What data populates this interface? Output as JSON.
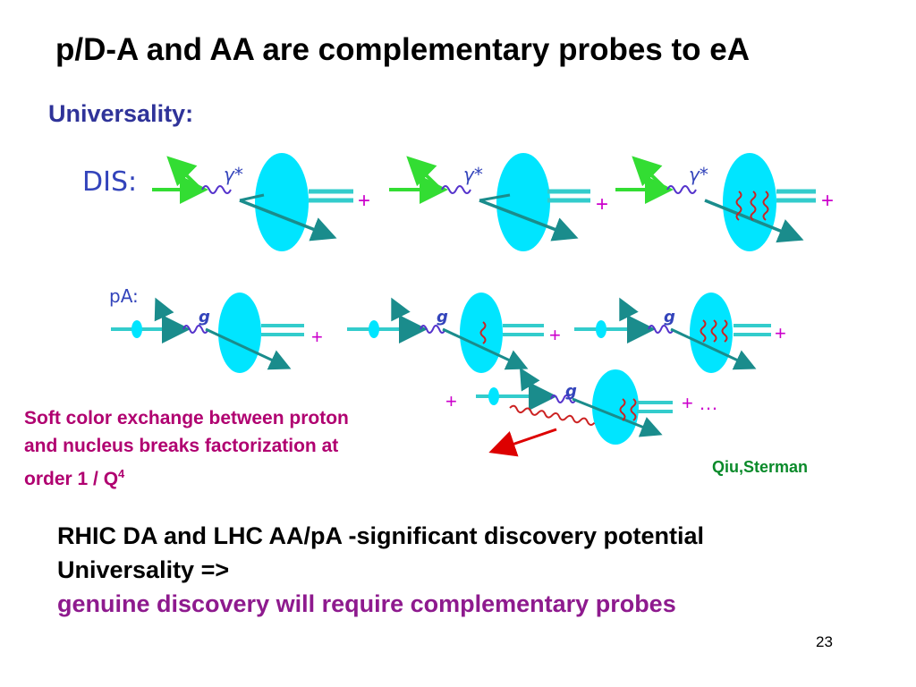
{
  "slide": {
    "title": "p/D-A and AA are complementary probes to eA",
    "section_label": "Universality:",
    "diagrams": {
      "dis_label": "DIS:",
      "pa_label": "pA:",
      "photon_symbol": "γ*",
      "gluon_symbol": "g",
      "plus": "+",
      "ellipsis": "+ …"
    },
    "note": {
      "line1": "Soft color exchange between proton",
      "line2": "and nucleus breaks factorization at",
      "line3": "order 1 / Q",
      "power": "4"
    },
    "credit": "Qiu,Sterman",
    "bottom": {
      "line1": "RHIC DA and LHC AA/pA -significant discovery potential",
      "line2": "Universality =>",
      "line3": "genuine discovery will require complementary probes"
    },
    "page_number": "23",
    "colors": {
      "title": "#000000",
      "section": "#2f3399",
      "note": "#b00070",
      "credit": "#0a8a2a",
      "highlight": "#8e1a8e",
      "nucleus": "#00e5ff",
      "quark_line": "#1a8c8c",
      "lepton": "#33dd33",
      "plus_sign": "#cc00cc",
      "arrow": "#dd0000"
    }
  }
}
